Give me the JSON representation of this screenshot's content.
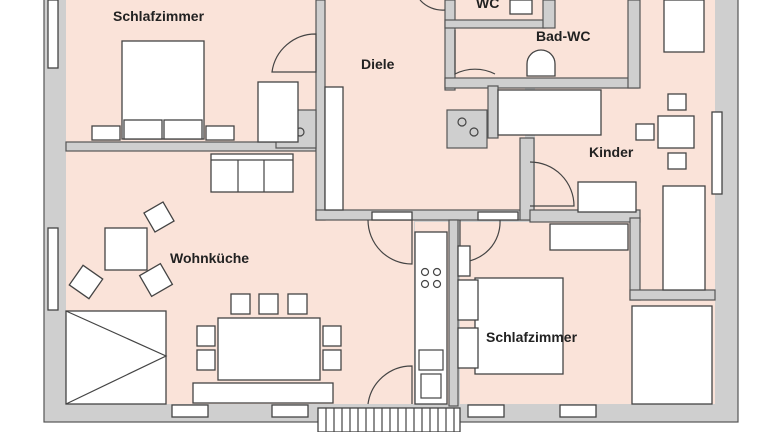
{
  "plan": {
    "rooms": [
      {
        "label": "Schlafzimmer"
      },
      {
        "label": "WC"
      },
      {
        "label": "Bad-WC"
      },
      {
        "label": "Diele"
      },
      {
        "label": "Kinder"
      },
      {
        "label": "Wohnküche"
      },
      {
        "label": "Schlafzimmer"
      }
    ],
    "colors": {
      "room": "#fae3d9",
      "wall": "#cfcfcf",
      "line": "#444444"
    }
  }
}
